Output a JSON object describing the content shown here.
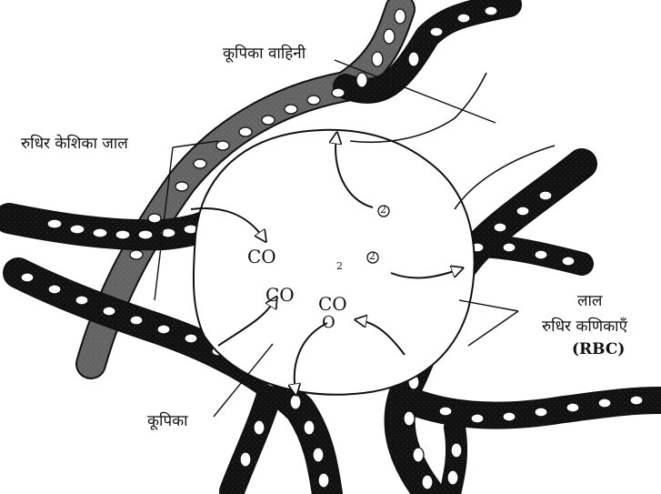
{
  "labels": {
    "alveolar_duct": "कूपिका वाहिनी",
    "capillary_network": "रुधिर केशिका जाल",
    "rbc_line1": "लाल",
    "rbc_line2": "रुधिर कणिकाएँ",
    "rbc_line3": "(RBC)",
    "alveolus": "कूपिका"
  },
  "chem": {
    "co_a": "CO",
    "co_b": "CO",
    "co_c": "CO",
    "o2_top": "2",
    "o2_right": "2",
    "o_mid": "O",
    "sub_2": "2"
  },
  "colors": {
    "ink": "#111111",
    "background": "#ffffff"
  }
}
